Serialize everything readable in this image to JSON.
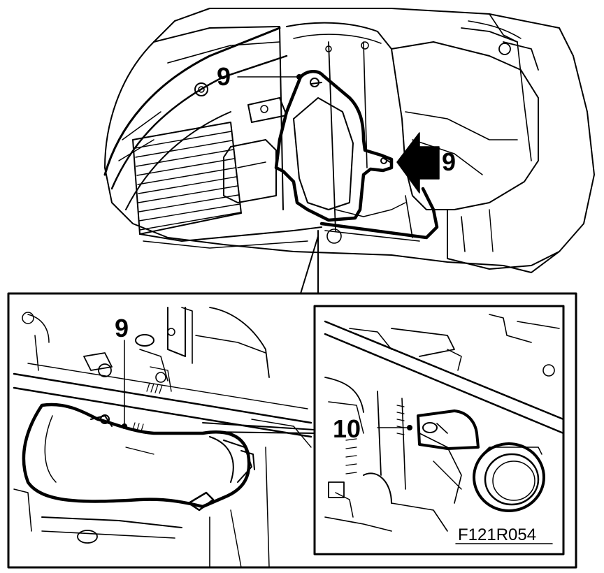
{
  "illustration": {
    "callouts": {
      "top_left": "9",
      "top_arrow": "9",
      "inset_left": "9",
      "inset_right": "10"
    },
    "figure_code": "F121R054",
    "colors": {
      "line": "#000000",
      "background": "#ffffff",
      "arrow": "#000000"
    }
  }
}
